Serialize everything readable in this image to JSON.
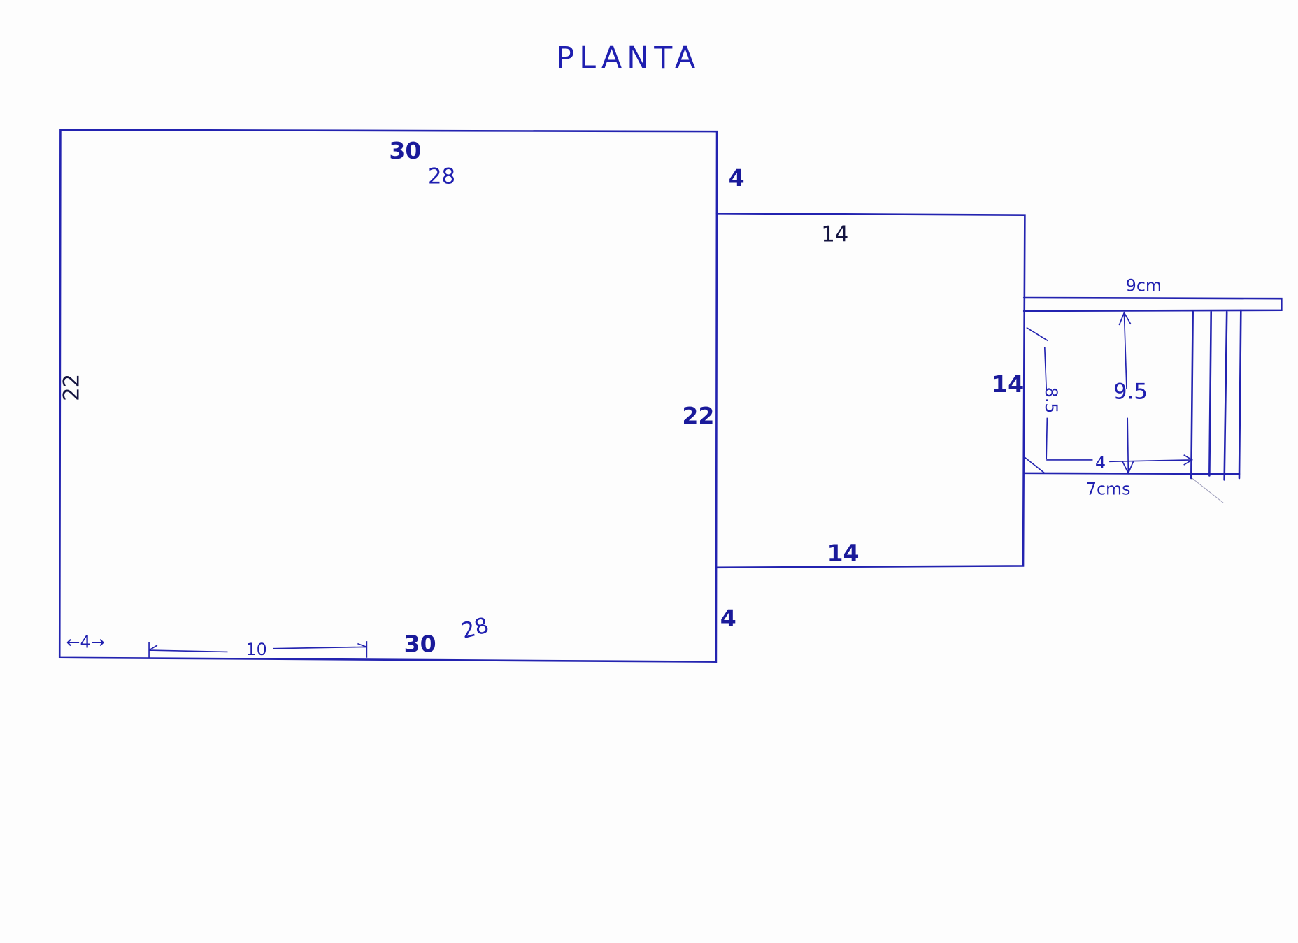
{
  "title": "PLANTA",
  "labels": {
    "top_width_struck": "30",
    "top_width": "28",
    "bottom_width_struck": "30",
    "bottom_width": "28",
    "left_height": "22",
    "middle_height": "22",
    "upper_offset": "4",
    "lower_offset": "4",
    "annex_top": "14",
    "annex_bottom": "14",
    "annex_right": "14",
    "bottom_left_offset": "←4→",
    "door_width": "10",
    "porch_width": "9cm",
    "porch_depth": "7cms",
    "porch_height": "9.5",
    "porch_inner": "8.5",
    "porch_offset": "4"
  },
  "colors": {
    "ink": "#2323b0",
    "paper": "#fdfdfd"
  }
}
